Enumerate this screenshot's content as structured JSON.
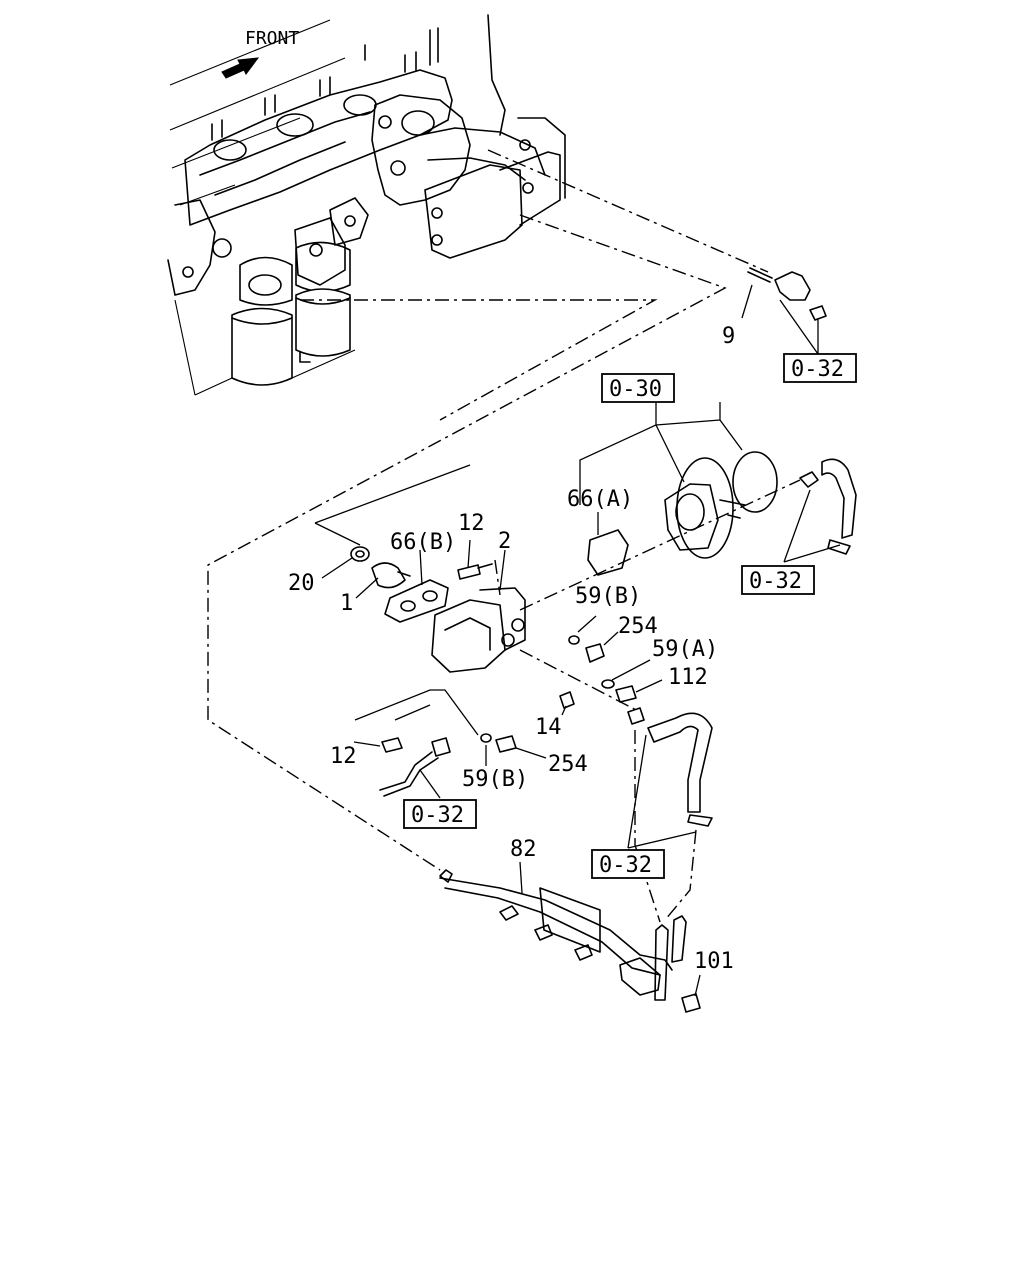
{
  "direction_label": "FRONT",
  "callouts": {
    "c9": "9",
    "c66a": "66(A)",
    "c66b": "66(B)",
    "c12_top": "12",
    "c2": "2",
    "c20": "20",
    "c1": "1",
    "c59b_top": "59(B)",
    "c254_top": "254",
    "c59a": "59(A)",
    "c112": "112",
    "c14": "14",
    "c12_bottom": "12",
    "c59b_bottom": "59(B)",
    "c254_bottom": "254",
    "c82": "82",
    "c101": "101"
  },
  "references": {
    "r032_top": "0-32",
    "r030": "0-30",
    "r032_right": "0-32",
    "r032_left": "0-32",
    "r032_bottom": "0-32"
  },
  "icons": {
    "front_arrow": "front-arrow-icon"
  }
}
